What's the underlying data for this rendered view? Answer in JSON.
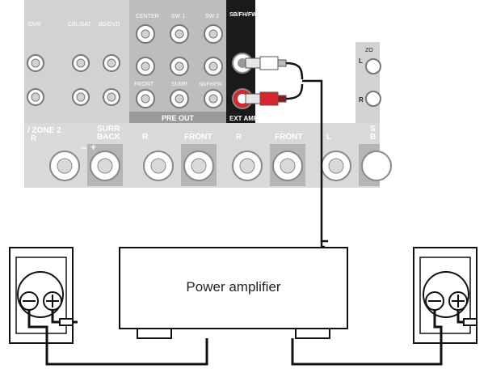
{
  "panel": {
    "top_labels": {
      "dvr": "/DVR",
      "cbl_sat": "CBL/SAT",
      "bd_dvd": "BD/DVD",
      "center": "CENTER",
      "sw1": "SW 1",
      "sw2": "SW 2",
      "sb_fh_fw": "SB/FH/FW"
    },
    "mid_labels": {
      "front": "FRONT",
      "surr": "SURR",
      "sb_fh_fw": "SB/FH/FW"
    },
    "pre_out": "PRE OUT",
    "ext_amp": "EXT AMP",
    "zone_header": "ZO",
    "zone_l": "L",
    "zone_r": "R"
  },
  "speaker_terminals": {
    "zone2": "/ ZONE 2",
    "zone2_r": "R",
    "surr": "SURR",
    "back": "BACK",
    "r1": "R",
    "front1": "FRONT",
    "r2": "R",
    "front2": "FRONT",
    "l": "L",
    "s": "S",
    "b": "B",
    "minus": "–",
    "plus": "+"
  },
  "amplifier": {
    "label": "Power amplifier"
  },
  "colors": {
    "panel": "#cfcfcf",
    "panel_dark": "#a9a9a9",
    "ext_amp_bg": "#1a1a1a",
    "rca_red": "#d8262b",
    "cable": "#111111"
  }
}
